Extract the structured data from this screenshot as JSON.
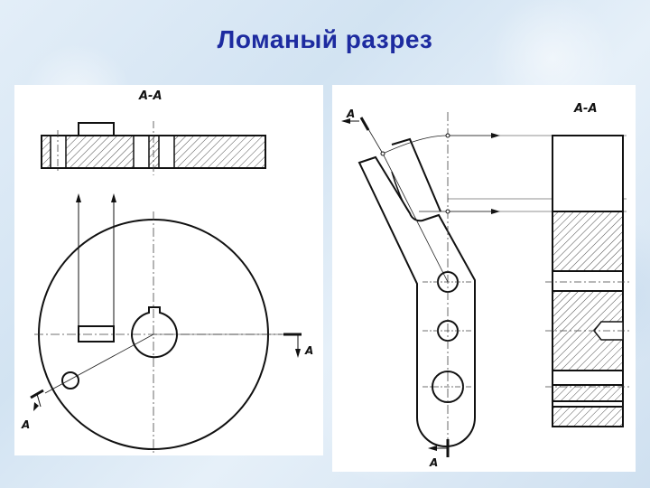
{
  "title": "Ломаный разрез",
  "left_drawing": {
    "section_label": "A-A",
    "cut_label_top": "A",
    "cut_label_bottom": "A"
  },
  "right_drawing": {
    "section_label": "A-A",
    "cut_label_top": "A",
    "cut_label_bottom": "A"
  }
}
